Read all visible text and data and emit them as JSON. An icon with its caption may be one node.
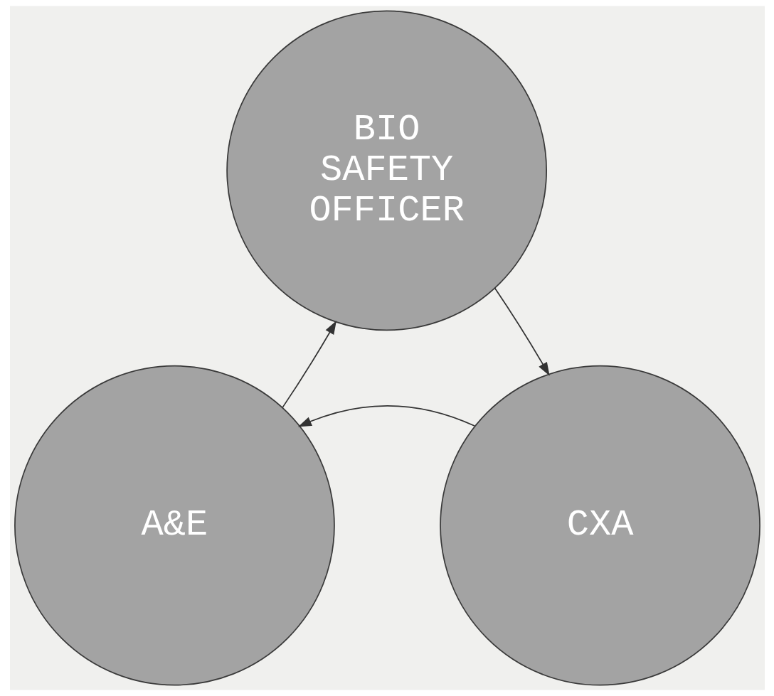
{
  "diagram": {
    "nodes": [
      {
        "text": [
          "BIO SAFETY OFFICER"
        ]
      },
      {
        "text": [
          "A&E"
        ]
      },
      {
        "text": [
          "CXA"
        ]
      }
    ],
    "edges": [
      {
        "from": 1,
        "to": 0,
        "arrow": "to"
      },
      {
        "from": 0,
        "to": 2,
        "arrow": "to"
      },
      {
        "from": 2,
        "to": 1,
        "arrow": "to"
      }
    ]
  }
}
